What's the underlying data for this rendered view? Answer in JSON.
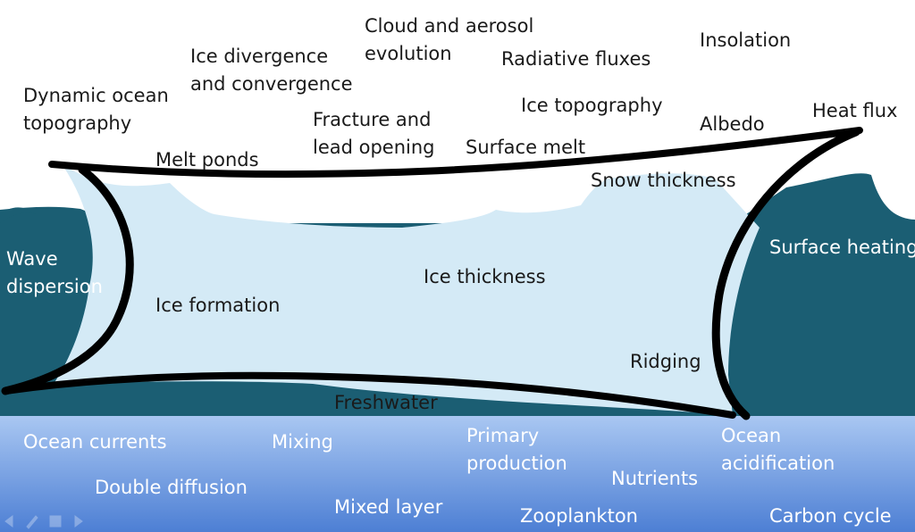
{
  "colors": {
    "ocean_dark": "#1b5e73",
    "ice_light": "#d4eaf6",
    "band_top": "#a9c7f2",
    "band_bottom": "#4d7fd4",
    "outline": "#000000",
    "text_dark": "#1a1a1a",
    "text_light": "#ffffff"
  },
  "labels": {
    "cloud_aerosol": [
      "Cloud and aerosol",
      "evolution"
    ],
    "insolation": "Insolation",
    "ice_divergence": [
      "Ice divergence",
      "and convergence"
    ],
    "radiative_fluxes": "Radiative fluxes",
    "dynamic_ocean_topography": [
      "Dynamic ocean",
      "topography"
    ],
    "ice_topography": "Ice topography",
    "fracture_lead": [
      "Fracture and",
      "lead opening"
    ],
    "heat_flux": "Heat flux",
    "albedo": "Albedo",
    "surface_melt": "Surface melt",
    "melt_ponds": "Melt ponds",
    "snow_thickness": "Snow thickness",
    "surface_heating": "Surface heating",
    "wave_dispersion": [
      "Wave",
      "dispersion"
    ],
    "ice_thickness": "Ice thickness",
    "ice_formation": "Ice formation",
    "ridging": "Ridging",
    "freshwater": "Freshwater",
    "ocean_currents": "Ocean currents",
    "mixing": "Mixing",
    "primary_production": [
      "Primary",
      "production"
    ],
    "ocean_acidification": [
      "Ocean",
      "acidification"
    ],
    "nutrients": "Nutrients",
    "double_diffusion": "Double diffusion",
    "mixed_layer": "Mixed layer",
    "zooplankton": "Zooplankton",
    "carbon_cycle": "Carbon cycle"
  },
  "controls": [
    "arrow-left-icon",
    "pencil-icon",
    "menu-icon",
    "arrow-right-icon"
  ]
}
